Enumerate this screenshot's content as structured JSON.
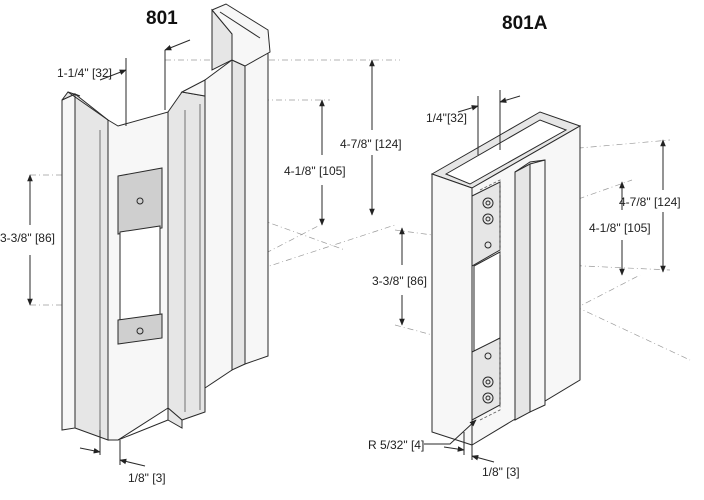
{
  "figures": [
    {
      "title": "801",
      "dims": {
        "width_top": "1-1/4\" [32]",
        "opening_height": "3-3/8\" [86]",
        "upper_height": "4-1/8\" [105]",
        "overall_height": "4-7/8\" [124]",
        "thickness": "1/8\" [3]"
      }
    },
    {
      "title": "801A",
      "dims": {
        "width_top": "1/4\"[32]",
        "opening_height": "3-3/8\" [86]",
        "upper_height": "4-1/8\" [105]",
        "overall_height": "4-7/8\" [124]",
        "radius": "R 5/32\" [4]",
        "thickness": "1/8\" [3]"
      }
    }
  ]
}
